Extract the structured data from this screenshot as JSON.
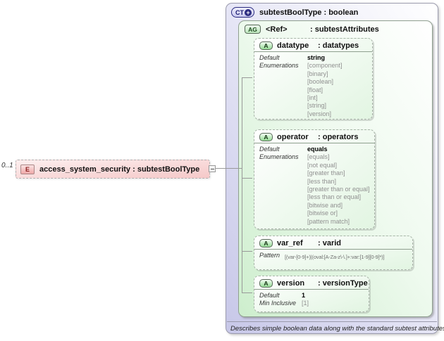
{
  "element": {
    "badge": "E",
    "label": "access_system_security : subtestBoolType",
    "cardinality": "0..1"
  },
  "complex_type": {
    "badge": "CT",
    "plus": "+",
    "title": "subtestBoolType : boolean",
    "annotation": "Describes simple boolean data along with the standard subtest attributes."
  },
  "attribute_group": {
    "badge": "AG",
    "ref_label": "<Ref>",
    "title": ": subtestAttributes"
  },
  "attributes": [
    {
      "badge": "A",
      "name": "datatype",
      "type": ": datatypes",
      "default_label": "Default",
      "default_value": "string",
      "enum_label": "Enumerations",
      "enums": [
        "[component]",
        "[binary]",
        "[boolean]",
        "[float]",
        "[int]",
        "[string]",
        "[version]"
      ]
    },
    {
      "badge": "A",
      "name": "operator",
      "type": ": operators",
      "default_label": "Default",
      "default_value": "equals",
      "enum_label": "Enumerations",
      "enums": [
        "[equals]",
        "[not equal]",
        "[greater than]",
        "[less than]",
        "[greater than or equal]",
        "[less than or equal]",
        "[bitwise and]",
        "[bitwise or]",
        "[pattern match]"
      ]
    },
    {
      "badge": "A",
      "name": "var_ref",
      "type": ": varid",
      "pattern_label": "Pattern",
      "pattern_value": "[(var-[0-9]+)|(oval:[A-Za-z\\-\\.]+:var:[1-9][0-9]*)]"
    },
    {
      "badge": "A",
      "name": "version",
      "type": ": versionType",
      "default_label": "Default",
      "default_value": "1",
      "min_inclusive_label": "Min Inclusive",
      "min_inclusive_value": "[1]"
    }
  ],
  "colors": {
    "complex_type_fill": "#c7c7e8",
    "attribute_group_fill": "#cdeecd",
    "element_fill": "#f5c8c8",
    "border_gray": "#999999",
    "enum_text": "#909090"
  }
}
